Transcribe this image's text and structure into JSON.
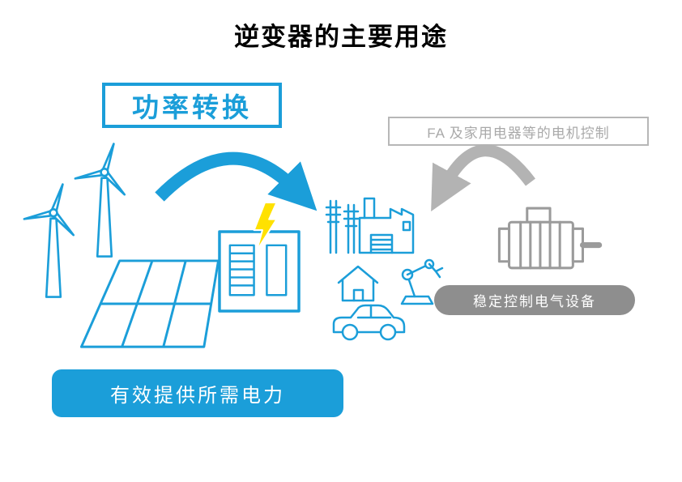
{
  "title": "逆变器的主要用途",
  "labels": {
    "power_conversion": "功率转换",
    "motor_control": "FA 及家用电器等的电机控制",
    "stable_control": "稳定控制电气设备",
    "power_supply": "有效提供所需电力"
  },
  "colors": {
    "brand_blue": "#1b9ed9",
    "arrow_gray": "#b3b3b3",
    "pill_gray": "#8e8e8e",
    "label_gray": "#a9a9a9",
    "lightning_yellow": "#ffe100"
  },
  "icons": {
    "wind_turbines": "wind-turbine-outline",
    "solar_panel": "solar-panel-outline",
    "inverter": "inverter-box-outline",
    "lightning": "lightning-bolt",
    "city_loads": "power-grid-factory-house-robot-car-outline",
    "motor": "electric-motor-outline",
    "power_flow_arrow": "curved-arrow-right",
    "control_flow_arrow": "curved-arrow-left"
  }
}
